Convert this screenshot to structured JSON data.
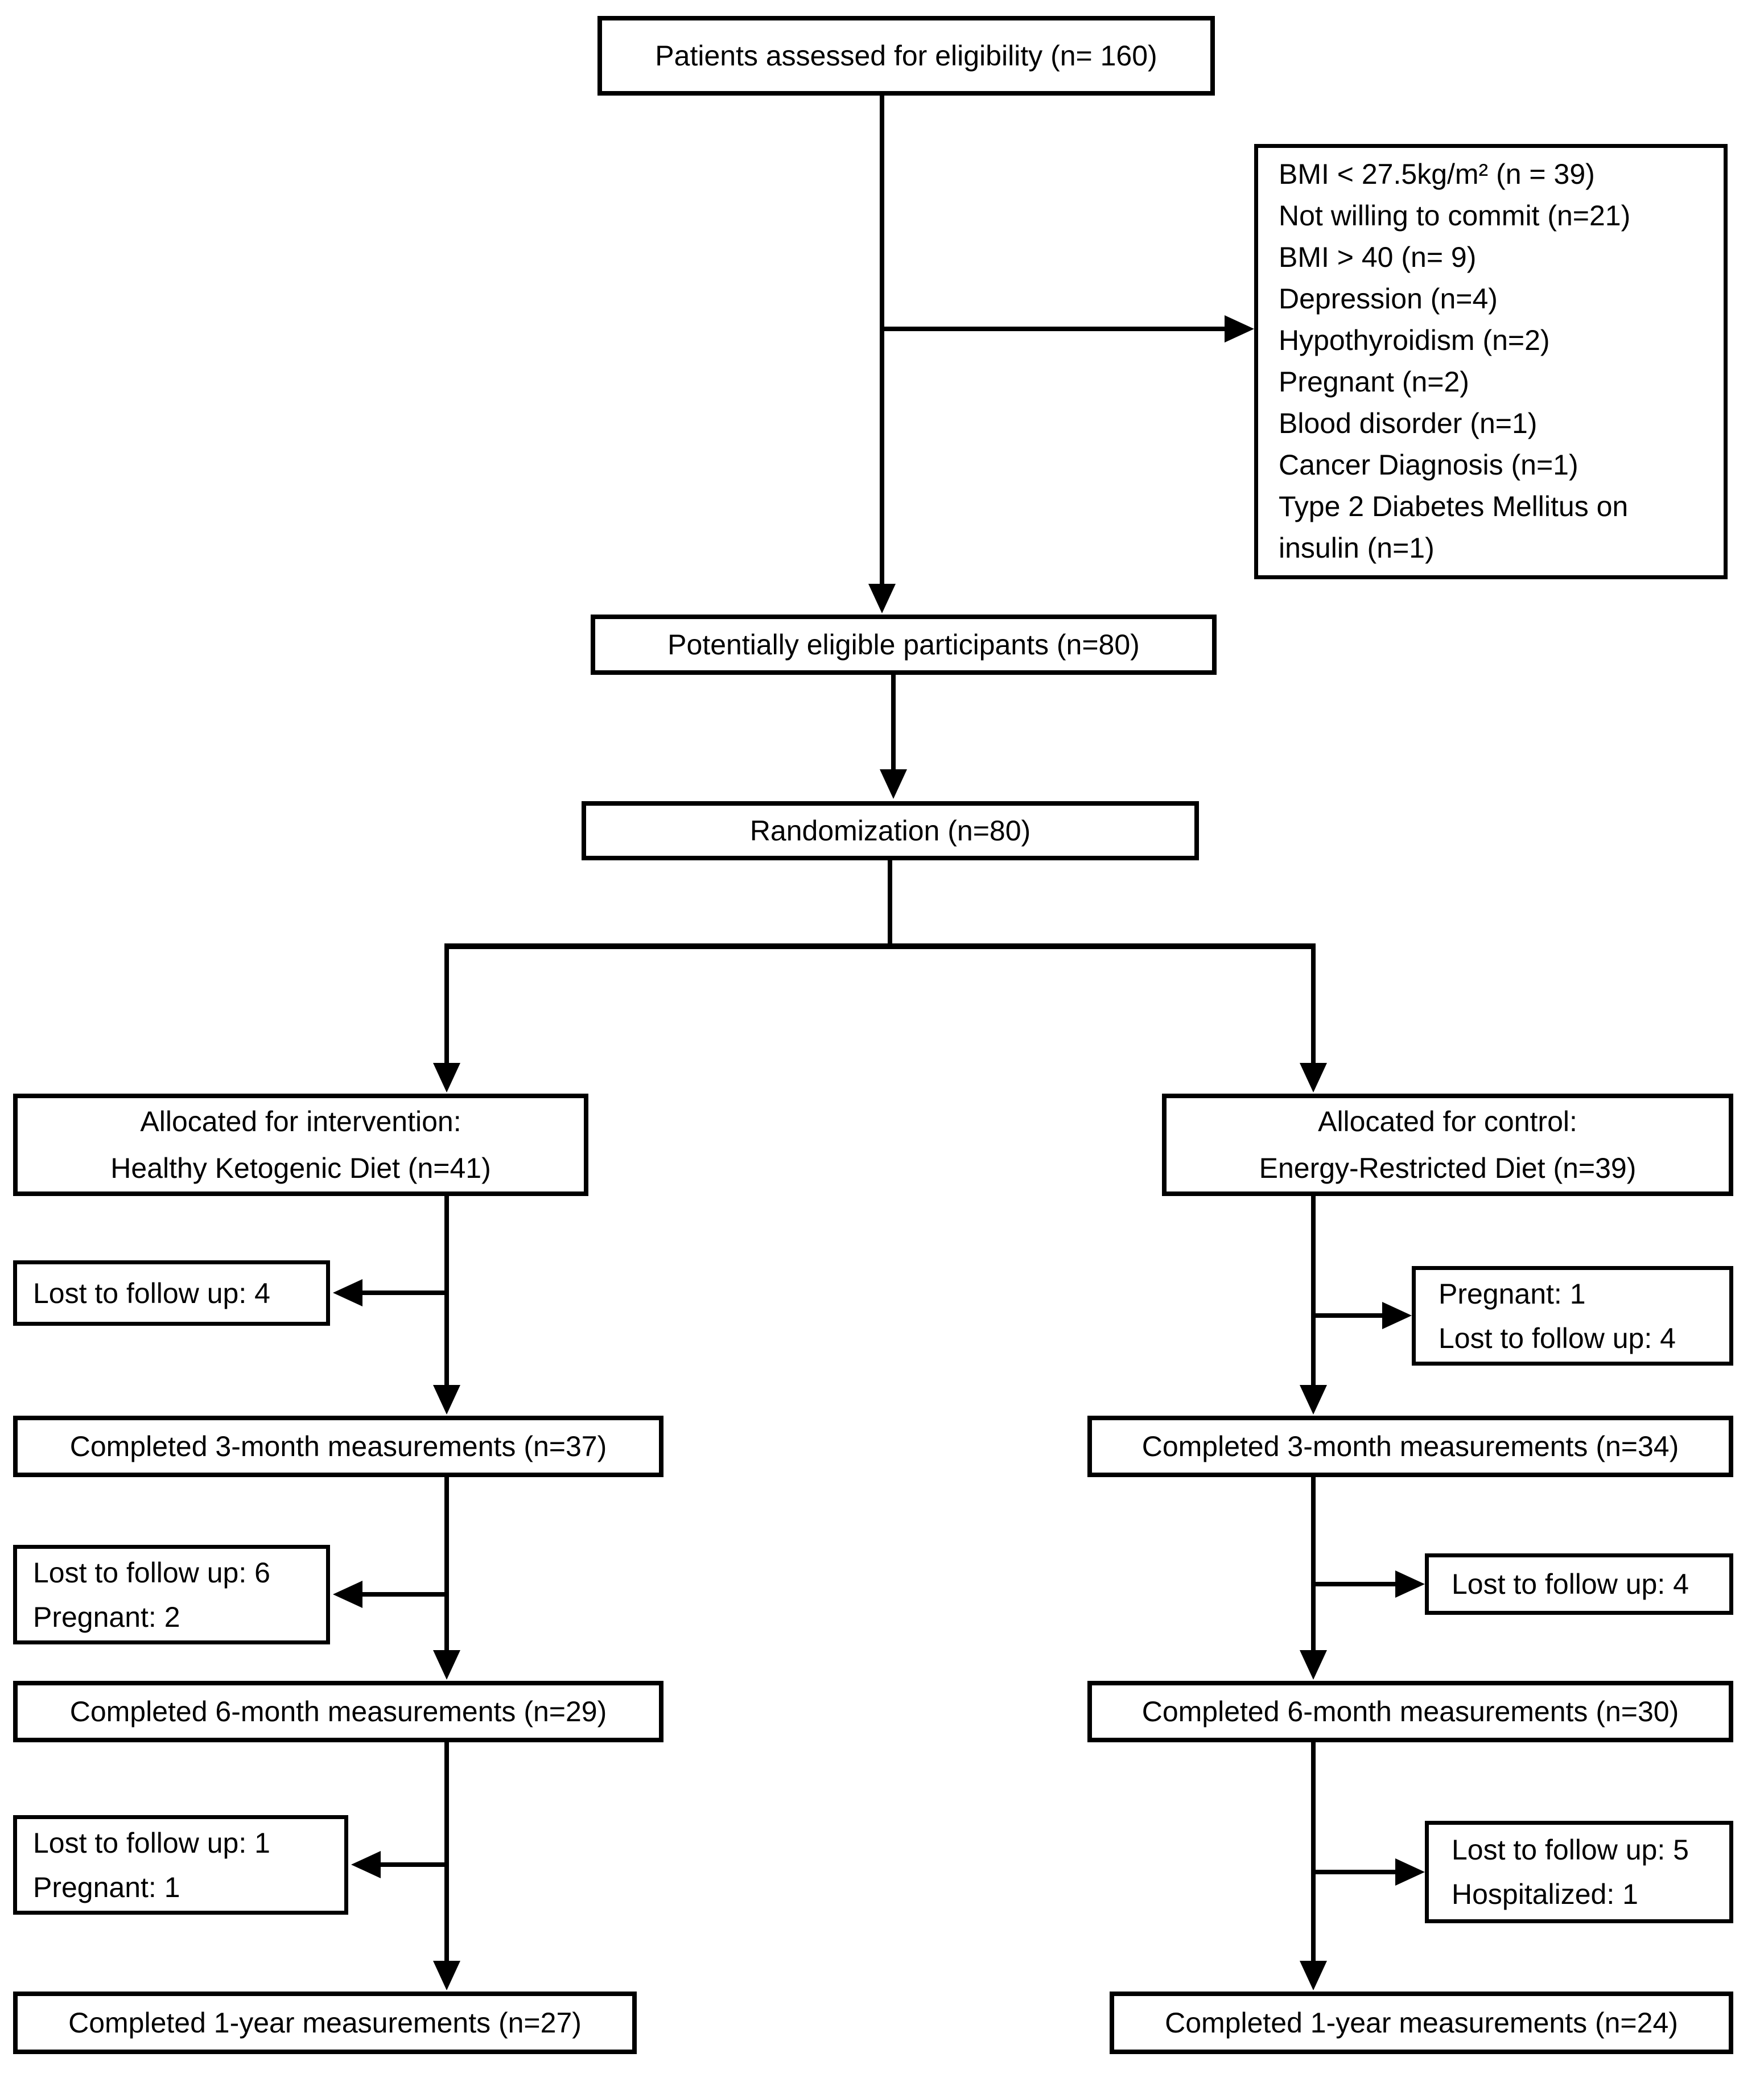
{
  "figure": {
    "background": "#ffffff",
    "line_color": "#000000",
    "boxes": {
      "assessed": "Patients assessed for eligibility (n= 160)",
      "excluded": {
        "reasons": [
          "BMI < 27.5kg/m² (n = 39)",
          "Not willing to commit (n=21)",
          "BMI > 40 (n= 9)",
          "Depression (n=4)",
          "Hypothyroidism (n=2)",
          "Pregnant (n=2)",
          "Blood disorder (n=1)",
          "Cancer Diagnosis (n=1)",
          "Type 2 Diabetes Mellitus on insulin (n=1)"
        ]
      },
      "eligible": "Potentially eligible participants (n=80)",
      "randomization": "Randomization (n=80)",
      "intervention": {
        "allocation": [
          "Allocated for intervention:",
          "Healthy Ketogenic Diet (n=41)"
        ],
        "dropout_3m": [
          "Lost to follow up: 4"
        ],
        "completed_3m": "Completed 3-month measurements (n=37)",
        "dropout_6m": [
          "Lost to follow up: 6",
          "Pregnant: 2"
        ],
        "completed_6m": "Completed 6-month measurements (n=29)",
        "dropout_1y": [
          "Lost to follow up: 1",
          "Pregnant: 1"
        ],
        "completed_1y": "Completed 1-year measurements (n=27)"
      },
      "control": {
        "allocation": [
          "Allocated for control:",
          "Energy-Restricted Diet (n=39)"
        ],
        "dropout_3m": [
          "Pregnant: 1",
          "Lost to follow up: 4"
        ],
        "completed_3m": "Completed 3-month measurements (n=34)",
        "dropout_6m": [
          "Lost to follow up: 4"
        ],
        "completed_6m": "Completed 6-month measurements (n=30)",
        "dropout_1y": [
          "Lost to follow up: 5",
          "Hospitalized: 1"
        ],
        "completed_1y": "Completed 1-year measurements (n=24)"
      }
    }
  }
}
